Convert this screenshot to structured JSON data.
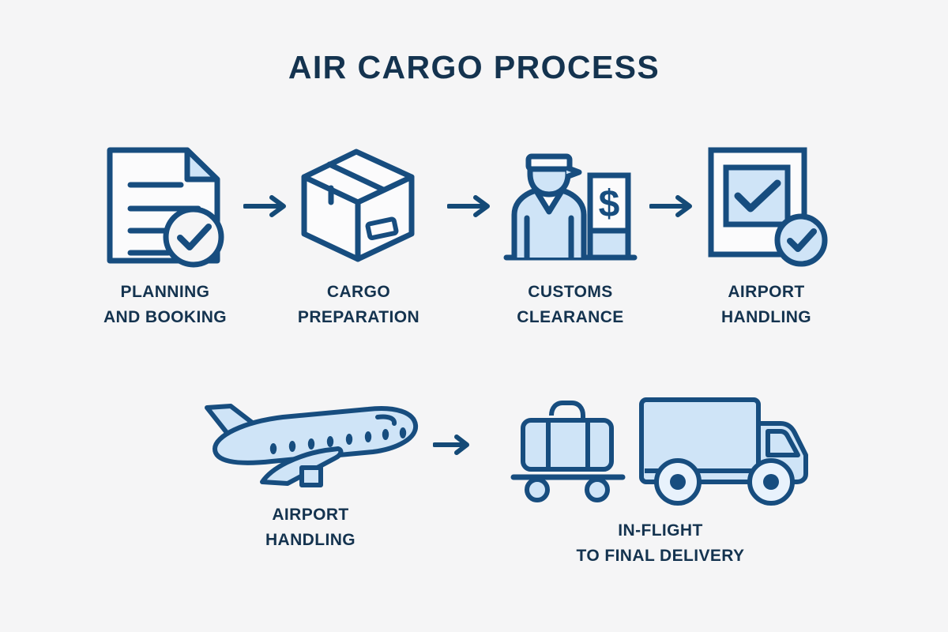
{
  "title": "AIR CARGO PROCESS",
  "colors": {
    "background": "#f5f5f6",
    "stroke": "#174d7f",
    "text": "#14334f",
    "fill_light": "#cfe4f7",
    "fill_white": "#fbfbfc",
    "arrow": "#144a77"
  },
  "steps": [
    {
      "id": 1,
      "label": "PLANNING\nAND BOOKING",
      "icon": "document-check-icon",
      "row": 1
    },
    {
      "id": 2,
      "label": "CARGO\nPREPARATION",
      "icon": "cardboard-box-icon",
      "row": 1
    },
    {
      "id": 3,
      "label": "CUSTOMS\nCLEARANCE",
      "icon": "customs-officer-icon",
      "row": 1
    },
    {
      "id": 4,
      "label": "AIRPORT\nHANDLING",
      "icon": "checklist-approved-icon",
      "row": 1
    },
    {
      "id": 5,
      "label": "AIRPORT\nHANDLING",
      "icon": "airplane-icon",
      "row": 2
    },
    {
      "id": 6,
      "label": "IN-FLIGHT\nTO FINAL DELIVERY",
      "icon": "luggage-cart-and-delivery-truck-icon",
      "row": 2
    }
  ],
  "arrows": [
    {
      "id": 1,
      "name": "arrow-step1-to-step2"
    },
    {
      "id": 2,
      "name": "arrow-step2-to-step3"
    },
    {
      "id": 3,
      "name": "arrow-step3-to-step4"
    },
    {
      "id": 4,
      "name": "arrow-step5-to-step6"
    }
  ]
}
